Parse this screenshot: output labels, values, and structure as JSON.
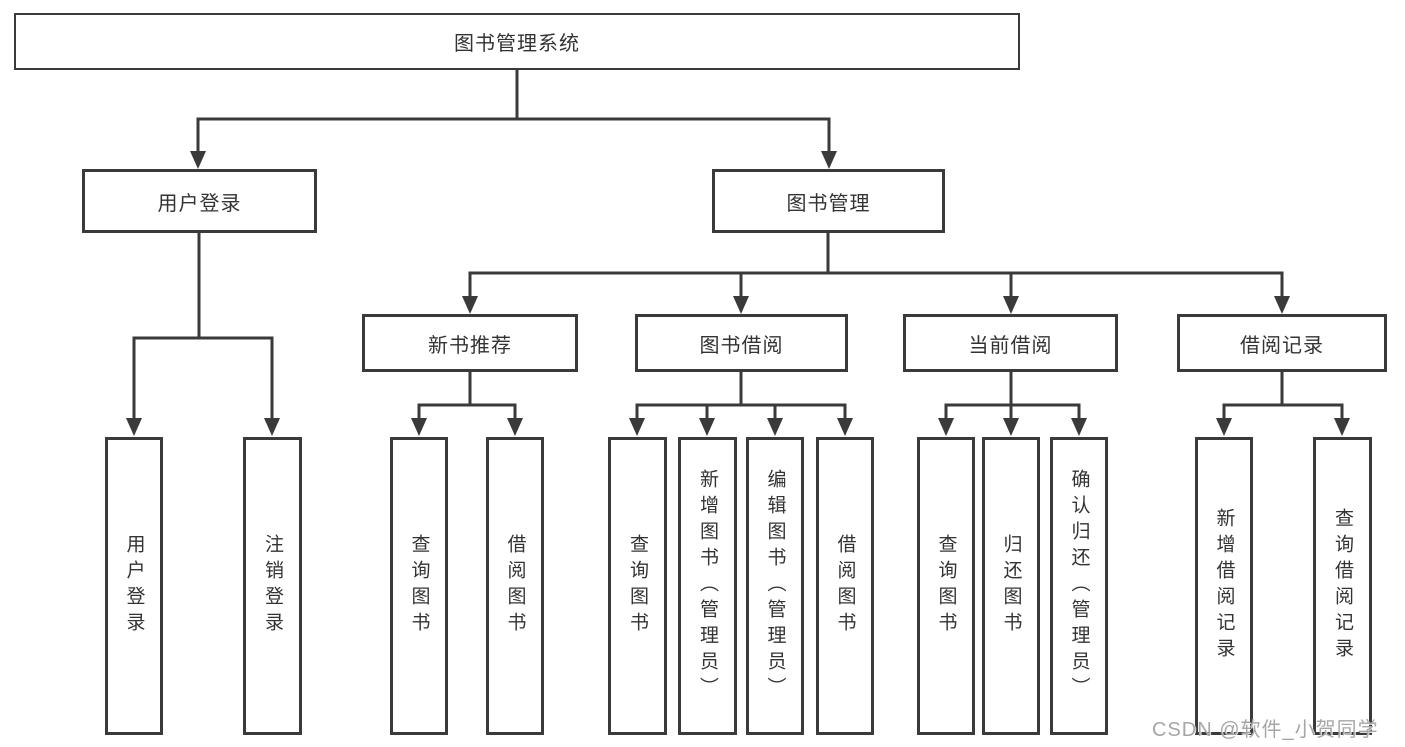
{
  "tree": {
    "root": {
      "label": "图书管理系统"
    },
    "level2": [
      {
        "label": "用户登录"
      },
      {
        "label": "图书管理"
      }
    ],
    "level3": [
      {
        "label": "新书推荐"
      },
      {
        "label": "图书借阅"
      },
      {
        "label": "当前借阅"
      },
      {
        "label": "借阅记录"
      }
    ],
    "leaf_groups": [
      {
        "parent": "用户登录",
        "items": [
          {
            "label": "用户登录"
          },
          {
            "label": "注销登录"
          }
        ]
      },
      {
        "parent": "新书推荐",
        "items": [
          {
            "label": "查询图书"
          },
          {
            "label": "借阅图书"
          }
        ]
      },
      {
        "parent": "图书借阅",
        "items": [
          {
            "label": "查询图书"
          },
          {
            "label": "新增图书（管理员）"
          },
          {
            "label": "编辑图书（管理员）"
          },
          {
            "label": "借阅图书"
          }
        ]
      },
      {
        "parent": "当前借阅",
        "items": [
          {
            "label": "查询图书"
          },
          {
            "label": "归还图书"
          },
          {
            "label": "确认归还（管理员）"
          }
        ]
      },
      {
        "parent": "借阅记录",
        "items": [
          {
            "label": "新增借阅记录"
          },
          {
            "label": "查询借阅记录"
          }
        ]
      }
    ]
  },
  "watermark": {
    "text": "CSDN @软件_小贺同学"
  },
  "colors": {
    "line": "#3a3a3a",
    "text": "#333333",
    "watermark": "#a6a6a6",
    "bg": "#ffffff"
  }
}
